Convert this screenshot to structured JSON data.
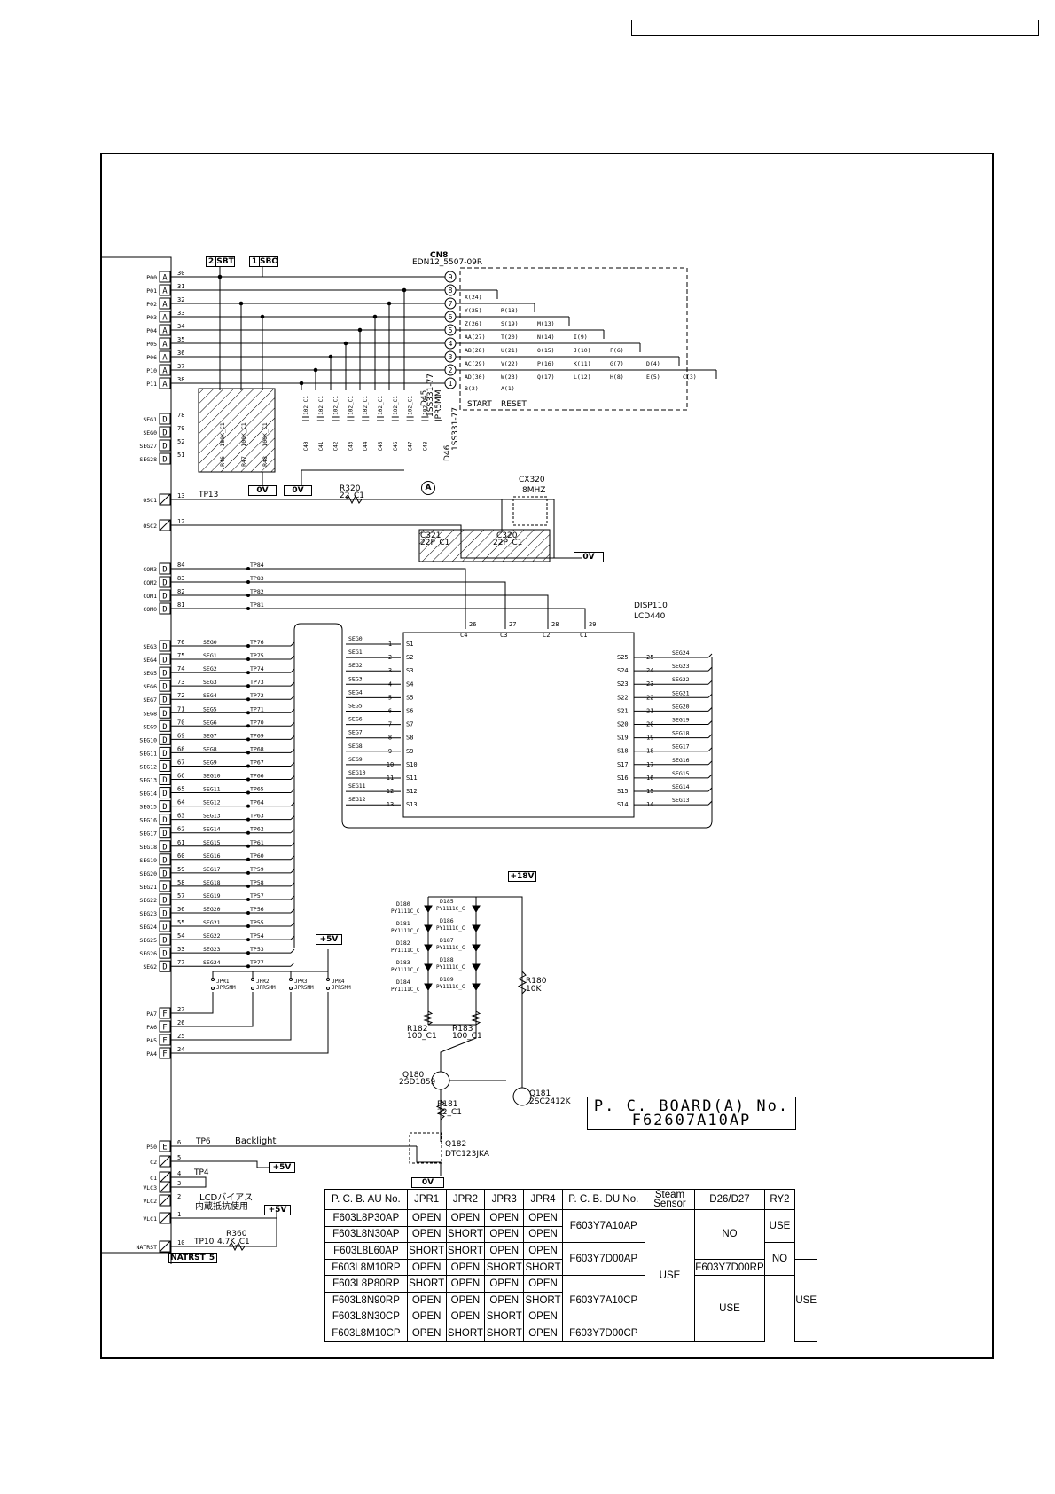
{
  "pcb_board_label": {
    "line1": "P. C. BOARD(A) No.",
    "line2": "F62607A10AP"
  },
  "connectors": {
    "cn8_ref": "CN8",
    "cn8_part": "EDN12_5507-09R",
    "sbt": {
      "num": "2",
      "name": "SBT"
    },
    "sbo": {
      "num": "1",
      "name": "SBO"
    },
    "natrst": {
      "name": "NATRST",
      "num": "5"
    },
    "cx320": {
      "ref": "CX320",
      "val": "8MHZ"
    },
    "disp": {
      "ref": "DISP110",
      "part": "LCD440"
    }
  },
  "power": {
    "v18": "+18V",
    "v5a": "+5V",
    "v5b": "+5V",
    "v5c": "+5V",
    "gnd": "0V"
  },
  "texts": {
    "backlight": "Backlight",
    "lcd_bias_1": "LCDバイアス",
    "lcd_bias_2": "内蔵抵抗使用",
    "start": "START",
    "reset": "RESET",
    "r320": "R320",
    "r320v": "22_C1",
    "c321": "C321",
    "c321v": "22P_C1",
    "c320": "C320",
    "c320v": "22P_C1",
    "r180": "R180",
    "r180v": "10K",
    "r181": "R181",
    "r181v": "22_C1",
    "r182": "R182",
    "r182v": "100_C1",
    "r183": "R183",
    "r183v": "100_C1",
    "r360": "R360",
    "r360v": "4.7K_C1",
    "q180": "Q180",
    "q180v": "2SD1859",
    "q181": "Q181",
    "q181v": "2SC2412K",
    "q182": "Q182",
    "q182v": "DTC123JKA",
    "d45": "D45",
    "d45v": "1SS331-77",
    "d46": "D46",
    "d46v": "1SS331-77",
    "jpr5": "JPR5MM",
    "tp13": "TP13",
    "tp6": "TP6",
    "tp4": "TP4",
    "tp10": "TP10",
    "circle_a": "A"
  },
  "left_pins": [
    {
      "name": "P00",
      "type": "A",
      "num": "30"
    },
    {
      "name": "P01",
      "type": "A",
      "num": "31"
    },
    {
      "name": "P02",
      "type": "A",
      "num": "32"
    },
    {
      "name": "P03",
      "type": "A",
      "num": "33"
    },
    {
      "name": "P04",
      "type": "A",
      "num": "34"
    },
    {
      "name": "P05",
      "type": "A",
      "num": "35"
    },
    {
      "name": "P06",
      "type": "A",
      "num": "36"
    },
    {
      "name": "P10",
      "type": "A",
      "num": "37"
    },
    {
      "name": "P11",
      "type": "A",
      "num": "38"
    },
    {
      "name": "SEG1",
      "type": "D",
      "num": "78"
    },
    {
      "name": "SEG0",
      "type": "D",
      "num": "79"
    },
    {
      "name": "SEG27",
      "type": "D",
      "num": "52"
    },
    {
      "name": "SEG28",
      "type": "D",
      "num": "51"
    }
  ],
  "osc_pins": [
    {
      "name": "OSC1",
      "num": "13"
    },
    {
      "name": "OSC2",
      "num": "12"
    }
  ],
  "com_pins": [
    {
      "name": "COM3",
      "type": "D",
      "num": "84",
      "tp": "TP84"
    },
    {
      "name": "COM2",
      "type": "D",
      "num": "83",
      "tp": "TP83"
    },
    {
      "name": "COM1",
      "type": "D",
      "num": "82",
      "tp": "TP82"
    },
    {
      "name": "COM0",
      "type": "D",
      "num": "81",
      "tp": "TP81"
    }
  ],
  "seg_pins": [
    {
      "name": "SEG3",
      "num": "76",
      "seg": "SEG0",
      "tp": "TP76"
    },
    {
      "name": "SEG4",
      "num": "75",
      "seg": "SEG1",
      "tp": "TP75"
    },
    {
      "name": "SEG5",
      "num": "74",
      "seg": "SEG2",
      "tp": "TP74"
    },
    {
      "name": "SEG6",
      "num": "73",
      "seg": "SEG3",
      "tp": "TP73"
    },
    {
      "name": "SEG7",
      "num": "72",
      "seg": "SEG4",
      "tp": "TP72"
    },
    {
      "name": "SEG8",
      "num": "71",
      "seg": "SEG5",
      "tp": "TP71"
    },
    {
      "name": "SEG9",
      "num": "70",
      "seg": "SEG6",
      "tp": "TP70"
    },
    {
      "name": "SEG10",
      "num": "69",
      "seg": "SEG7",
      "tp": "TP69"
    },
    {
      "name": "SEG11",
      "num": "68",
      "seg": "SEG8",
      "tp": "TP68"
    },
    {
      "name": "SEG12",
      "num": "67",
      "seg": "SEG9",
      "tp": "TP67"
    },
    {
      "name": "SEG13",
      "num": "66",
      "seg": "SEG10",
      "tp": "TP66"
    },
    {
      "name": "SEG14",
      "num": "65",
      "seg": "SEG11",
      "tp": "TP65"
    },
    {
      "name": "SEG15",
      "num": "64",
      "seg": "SEG12",
      "tp": "TP64"
    },
    {
      "name": "SEG16",
      "num": "63",
      "seg": "SEG13",
      "tp": "TP63"
    },
    {
      "name": "SEG17",
      "num": "62",
      "seg": "SEG14",
      "tp": "TP62"
    },
    {
      "name": "SEG18",
      "num": "61",
      "seg": "SEG15",
      "tp": "TP61"
    },
    {
      "name": "SEG19",
      "num": "60",
      "seg": "SEG16",
      "tp": "TP60"
    },
    {
      "name": "SEG20",
      "num": "59",
      "seg": "SEG17",
      "tp": "TP59"
    },
    {
      "name": "SEG21",
      "num": "58",
      "seg": "SEG18",
      "tp": "TP58"
    },
    {
      "name": "SEG22",
      "num": "57",
      "seg": "SEG19",
      "tp": "TP57"
    },
    {
      "name": "SEG23",
      "num": "56",
      "seg": "SEG20",
      "tp": "TP56"
    },
    {
      "name": "SEG24",
      "num": "55",
      "seg": "SEG21",
      "tp": "TP55"
    },
    {
      "name": "SEG25",
      "num": "54",
      "seg": "SEG22",
      "tp": "TP54"
    },
    {
      "name": "SEG26",
      "num": "53",
      "seg": "SEG23",
      "tp": "TP53"
    },
    {
      "name": "SEG2",
      "num": "77",
      "seg": "SEG24",
      "tp": "TP77"
    }
  ],
  "pa_pins": [
    {
      "name": "PA7",
      "type": "F",
      "num": "27"
    },
    {
      "name": "PA6",
      "type": "F",
      "num": "26"
    },
    {
      "name": "PA5",
      "type": "F",
      "num": "25"
    },
    {
      "name": "PA4",
      "type": "F",
      "num": "24"
    }
  ],
  "bottom_pins": [
    {
      "name": "P50",
      "type": "E",
      "num": "6"
    },
    {
      "name": "C2",
      "num": "5"
    },
    {
      "name": "C1",
      "num": "4"
    },
    {
      "name": "VLC3",
      "num": "3"
    },
    {
      "name": "VLC2",
      "num": "2"
    },
    {
      "name": "VLC1",
      "num": "1"
    },
    {
      "name": "NATRST",
      "num": "10"
    }
  ],
  "cn8_pins": [
    "9",
    "8",
    "7",
    "6",
    "5",
    "4",
    "3",
    "2",
    "1"
  ],
  "key_labels": [
    [
      "X(24)"
    ],
    [
      "Y(25)",
      "R(18)"
    ],
    [
      "Z(26)",
      "S(19)",
      "M(13)"
    ],
    [
      "AA(27)",
      "T(20)",
      "N(14)",
      "I(9)"
    ],
    [
      "AB(28)",
      "U(21)",
      "O(15)",
      "J(10)",
      "F(6)"
    ],
    [
      "AC(29)",
      "V(22)",
      "P(16)",
      "K(11)",
      "G(7)",
      "D(4)"
    ],
    [
      "AD(30)",
      "W(23)",
      "Q(17)",
      "L(12)",
      "H(8)",
      "E(5)",
      "C(3)"
    ],
    [
      "B(2)",
      "A(1)"
    ]
  ],
  "resistors": [
    {
      "ref": "R46",
      "val": "180K_C1"
    },
    {
      "ref": "R47",
      "val": "100K_C1"
    },
    {
      "ref": "R48",
      "val": "100K_C1"
    }
  ],
  "caps": [
    {
      "ref": "C40",
      "val": "102_C1"
    },
    {
      "ref": "C41",
      "val": "102_C1"
    },
    {
      "ref": "C42",
      "val": "102_C1"
    },
    {
      "ref": "C43",
      "val": "102_C1"
    },
    {
      "ref": "C44",
      "val": "102_C1"
    },
    {
      "ref": "C45",
      "val": "102_C1"
    },
    {
      "ref": "C46",
      "val": "102_C1"
    },
    {
      "ref": "C47",
      "val": "102_C1"
    },
    {
      "ref": "C48",
      "val": "102_C1"
    }
  ],
  "lcd": {
    "com_labels": [
      "C4",
      "C3",
      "C2",
      "C1"
    ],
    "com_nums": [
      "26",
      "27",
      "28",
      "29"
    ],
    "left": [
      {
        "seg": "SEG0",
        "num": "1",
        "s": "S1"
      },
      {
        "seg": "SEG1",
        "num": "2",
        "s": "S2"
      },
      {
        "seg": "SEG2",
        "num": "3",
        "s": "S3"
      },
      {
        "seg": "SEG3",
        "num": "4",
        "s": "S4"
      },
      {
        "seg": "SEG4",
        "num": "5",
        "s": "S5"
      },
      {
        "seg": "SEG5",
        "num": "6",
        "s": "S6"
      },
      {
        "seg": "SEG6",
        "num": "7",
        "s": "S7"
      },
      {
        "seg": "SEG7",
        "num": "8",
        "s": "S8"
      },
      {
        "seg": "SEG8",
        "num": "9",
        "s": "S9"
      },
      {
        "seg": "SEG9",
        "num": "10",
        "s": "S10"
      },
      {
        "seg": "SEG10",
        "num": "11",
        "s": "S11"
      },
      {
        "seg": "SEG11",
        "num": "12",
        "s": "S12"
      },
      {
        "seg": "SEG12",
        "num": "13",
        "s": "S13"
      }
    ],
    "right": [
      {
        "s": "S25",
        "num": "25",
        "seg": "SEG24"
      },
      {
        "s": "S24",
        "num": "24",
        "seg": "SEG23"
      },
      {
        "s": "S23",
        "num": "23",
        "seg": "SEG22"
      },
      {
        "s": "S22",
        "num": "22",
        "seg": "SEG21"
      },
      {
        "s": "S21",
        "num": "21",
        "seg": "SEG20"
      },
      {
        "s": "S20",
        "num": "20",
        "seg": "SEG19"
      },
      {
        "s": "S19",
        "num": "19",
        "seg": "SEG18"
      },
      {
        "s": "S18",
        "num": "18",
        "seg": "SEG17"
      },
      {
        "s": "S17",
        "num": "17",
        "seg": "SEG16"
      },
      {
        "s": "S16",
        "num": "16",
        "seg": "SEG15"
      },
      {
        "s": "S15",
        "num": "15",
        "seg": "SEG14"
      },
      {
        "s": "S14",
        "num": "14",
        "seg": "SEG13"
      }
    ]
  },
  "leds_left": [
    {
      "ref": "D180",
      "val": "PY1111C_C"
    },
    {
      "ref": "D181",
      "val": "PY1111C_C"
    },
    {
      "ref": "D182",
      "val": "PY1111C_C"
    },
    {
      "ref": "D183",
      "val": "PY1111C_C"
    },
    {
      "ref": "D184",
      "val": "PY1111C_C"
    }
  ],
  "leds_right": [
    {
      "ref": "D185",
      "val": "PY1111C_C"
    },
    {
      "ref": "D186",
      "val": "PY1111C_C"
    },
    {
      "ref": "D187",
      "val": "PY1111C_C"
    },
    {
      "ref": "D188",
      "val": "PY1111C_C"
    },
    {
      "ref": "D189",
      "val": "PY1111C_C"
    }
  ],
  "jumpers": [
    {
      "ref": "JPR1",
      "val": "JPR5MM"
    },
    {
      "ref": "JPR2",
      "val": "JPR5MM"
    },
    {
      "ref": "JPR3",
      "val": "JPR5MM"
    },
    {
      "ref": "JPR4",
      "val": "JPR5MM"
    }
  ],
  "table": {
    "headers": [
      "P. C. B. AU No.",
      "JPR1",
      "JPR2",
      "JPR3",
      "JPR4",
      "P. C. B. DU No.",
      "Steam Sensor",
      "D26/D27",
      "RY2"
    ],
    "rows": [
      [
        "F603L8P30AP",
        "OPEN",
        "OPEN",
        "OPEN",
        "OPEN"
      ],
      [
        "F603L8N30AP",
        "OPEN",
        "SHORT",
        "OPEN",
        "OPEN"
      ],
      [
        "F603L8L60AP",
        "SHORT",
        "SHORT",
        "OPEN",
        "OPEN"
      ],
      [
        "F603L8M10RP",
        "OPEN",
        "OPEN",
        "SHORT",
        "SHORT"
      ],
      [
        "F603L8P80RP",
        "SHORT",
        "OPEN",
        "OPEN",
        "OPEN"
      ],
      [
        "F603L8N90RP",
        "OPEN",
        "OPEN",
        "OPEN",
        "SHORT"
      ],
      [
        "F603L8N30CP",
        "OPEN",
        "OPEN",
        "SHORT",
        "OPEN"
      ],
      [
        "F603L8M10CP",
        "OPEN",
        "SHORT",
        "SHORT",
        "OPEN"
      ]
    ],
    "du": [
      "F603Y7A10AP",
      "F603Y7D00AP",
      "F603Y7D00RP",
      "F603Y7A10CP",
      "F603Y7D00CP"
    ],
    "steam": "USE",
    "d26": [
      "NO",
      "USE"
    ],
    "ry2": [
      "USE",
      "NO",
      "USE"
    ]
  }
}
